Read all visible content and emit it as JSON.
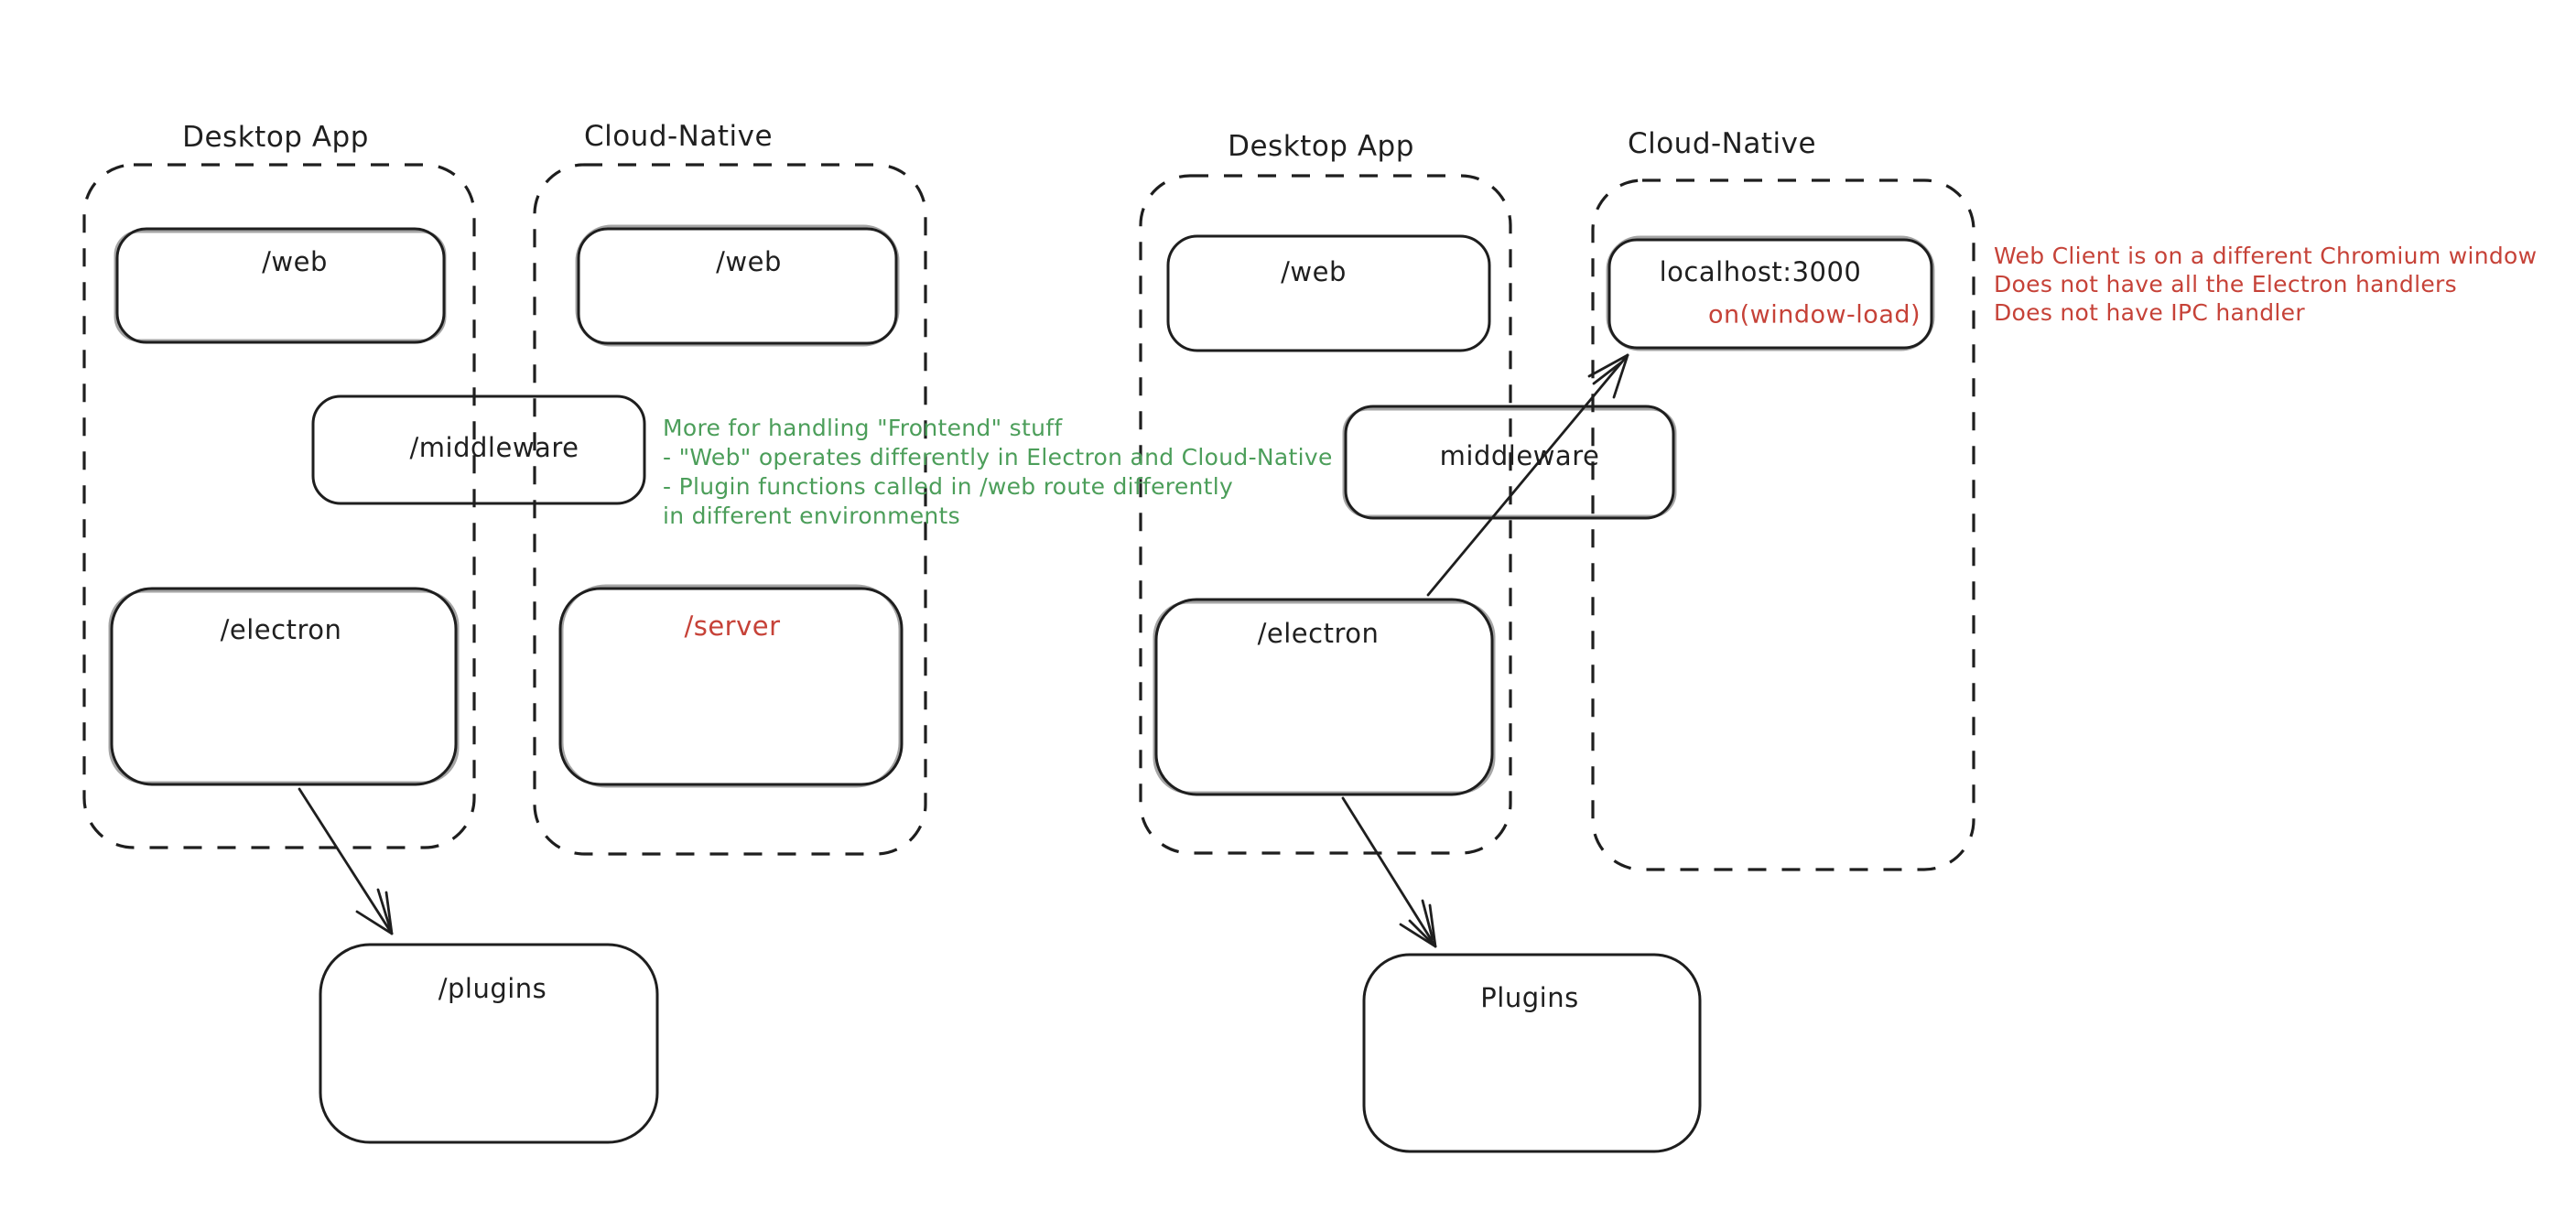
{
  "palette": {
    "ink": "#1e1e1e",
    "green": "#4c9e5a",
    "red": "#c64238",
    "background": "#ffffff"
  },
  "left_diagram": {
    "desktop_app_label": "Desktop App",
    "cloud_native_label": "Cloud-Native",
    "desktop_web_box": "/web",
    "cloud_web_box": "/web",
    "middleware_box": "/middleware",
    "desktop_electron_box": "/electron",
    "cloud_server_box": "/server",
    "plugins_box": "/plugins",
    "green_note": {
      "line1": "More for handling \"Frontend\" stuff",
      "line2": "- \"Web\" operates differently in Electron and Cloud-Native",
      "line3": "- Plugin functions called in /web route differently",
      "line4": "in different environments"
    }
  },
  "right_diagram": {
    "desktop_app_label": "Desktop App",
    "cloud_native_label": "Cloud-Native",
    "desktop_web_box": "/web",
    "localhost_box": "localhost:3000",
    "localhost_sub_label": "on(window-load)",
    "middleware_box": "middleware",
    "desktop_electron_box": "/electron",
    "plugins_box": "Plugins",
    "red_note": {
      "line1": "Web Client is on a different Chromium window",
      "line2": "Does not have all the Electron handlers",
      "line3": "Does not have IPC handler"
    }
  }
}
